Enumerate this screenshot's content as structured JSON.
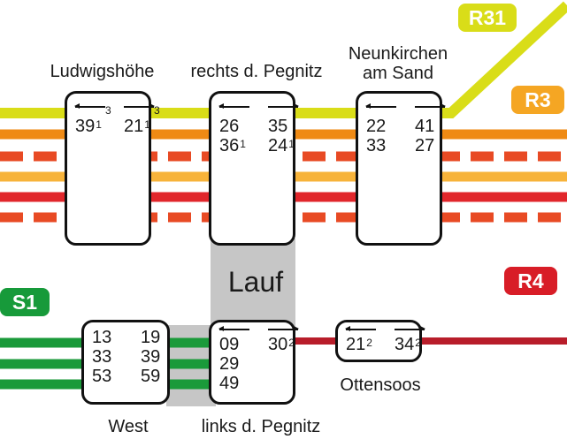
{
  "colors": {
    "r31": "#d9dd18",
    "r3": "#f5a623",
    "r3_light": "#f7b33a",
    "orange_line": "#ef8a14",
    "r4": "#b81d2a",
    "red_line": "#e1262b",
    "dashed_line": "#e84a24",
    "s1": "#1a9a3a",
    "concourse": "#c6c6c6",
    "badge_r4": "#d81d27",
    "badge_s1": "#179a3a"
  },
  "hub": {
    "name": "Lauf"
  },
  "badges": {
    "r31": "R31",
    "r3": "R3",
    "r4": "R4",
    "s1": "S1"
  },
  "stations": {
    "ludwigshoehe": {
      "label": "Ludwigshöhe",
      "dir_minutes": [
        "3",
        "3"
      ],
      "rows": [
        [
          {
            "t": "39",
            "s": "1"
          },
          {
            "t": "21",
            "s": "1"
          }
        ]
      ]
    },
    "rechts": {
      "label": "rechts d. Pegnitz",
      "rows": [
        [
          {
            "t": "26",
            "s": ""
          },
          {
            "t": "35",
            "s": ""
          }
        ],
        [
          {
            "t": "36",
            "s": "1"
          },
          {
            "t": "24",
            "s": "1"
          }
        ]
      ]
    },
    "neunkirchen": {
      "label_line1": "Neunkirchen",
      "label_line2": "am Sand",
      "rows": [
        [
          {
            "t": "22",
            "s": ""
          },
          {
            "t": "41",
            "s": ""
          }
        ],
        [
          {
            "t": "33",
            "s": ""
          },
          {
            "t": "27",
            "s": ""
          }
        ]
      ]
    },
    "west": {
      "label": "West",
      "rows": [
        [
          {
            "t": "13",
            "s": ""
          },
          {
            "t": "19",
            "s": ""
          }
        ],
        [
          {
            "t": "33",
            "s": ""
          },
          {
            "t": "39",
            "s": ""
          }
        ],
        [
          {
            "t": "53",
            "s": ""
          },
          {
            "t": "59",
            "s": ""
          }
        ]
      ]
    },
    "links": {
      "label": "links d. Pegnitz",
      "rows": [
        [
          {
            "t": "09",
            "s": ""
          },
          {
            "t": "30",
            "s": "2"
          }
        ],
        [
          {
            "t": "29",
            "s": ""
          },
          {
            "t": "",
            "s": ""
          }
        ],
        [
          {
            "t": "49",
            "s": ""
          },
          {
            "t": "",
            "s": ""
          }
        ]
      ]
    },
    "ottensoos": {
      "label": "Ottensoos",
      "rows": [
        [
          {
            "t": "21",
            "s": "2"
          },
          {
            "t": "34",
            "s": "2"
          }
        ]
      ]
    }
  }
}
